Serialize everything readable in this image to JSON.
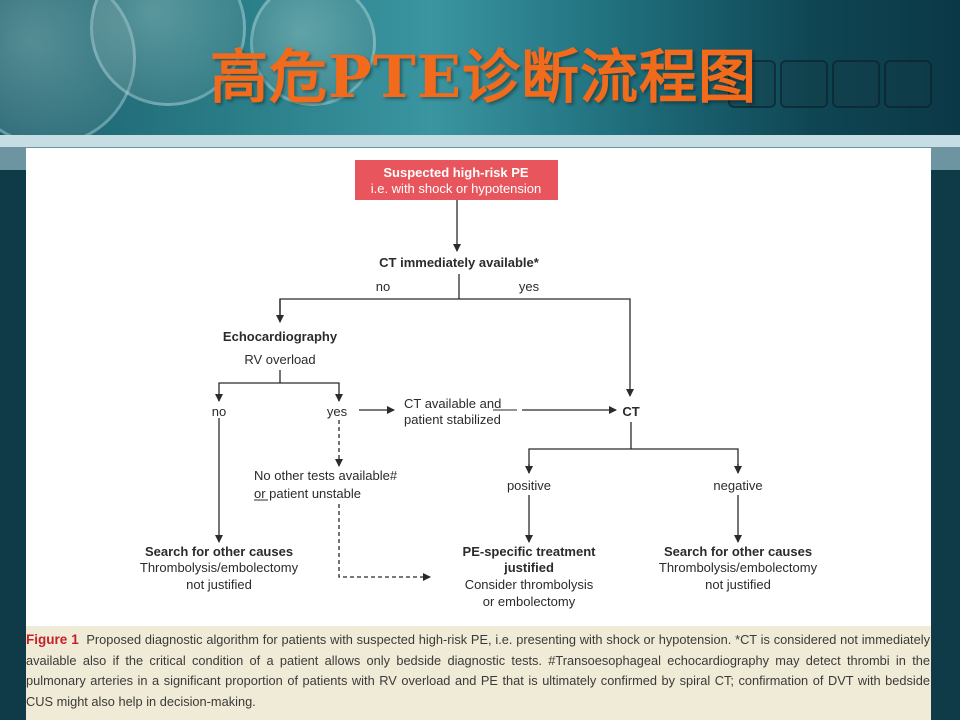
{
  "slide": {
    "title": "高危PTE诊断流程图"
  },
  "flowchart": {
    "start_line1": "Suspected high-risk PE",
    "start_line2": "i.e. with shock or hypotension",
    "ct_question": "CT immediately available*",
    "ct_no": "no",
    "ct_yes": "yes",
    "echo_title": "Echocardiography",
    "echo_sub": "RV overload",
    "echo_no": "no",
    "echo_yes": "yes",
    "ct_available_line1": "CT available and",
    "ct_available_line2": "patient stabilized",
    "ct": "CT",
    "no_other_line1": "No other tests available#",
    "no_other_line2": "or patient unstable",
    "positive": "positive",
    "negative": "negative",
    "left_end_line1": "Search for other causes",
    "left_end_line2": "Thrombolysis/embolectomy",
    "left_end_line3": "not justified",
    "mid_end_line1": "PE-specific treatment",
    "mid_end_line2": "justified",
    "mid_end_line3": "Consider thrombolysis",
    "mid_end_line4": "or embolectomy",
    "right_end_line1": "Search for other causes",
    "right_end_line2": "Thrombolysis/embolectomy",
    "right_end_line3": "not justified"
  },
  "caption": {
    "label": "Figure 1",
    "text": "Proposed diagnostic algorithm for patients with suspected high-risk PE, i.e. presenting with shock or hypotension. *CT is considered not immediately available also if the critical condition of a patient allows only bedside diagnostic tests. #Transoesophageal echocardiography may detect thrombi in the pulmonary arteries in a significant proportion of patients with RV overload and PE that is ultimately confirmed by spiral CT; confirmation of DVT with bedside CUS might also help in decision-making."
  },
  "colors": {
    "title": "#f26a1b",
    "start_box": "#e8555c",
    "caption_label": "#c41f2b",
    "caption_bg": "#f0ebd6"
  }
}
